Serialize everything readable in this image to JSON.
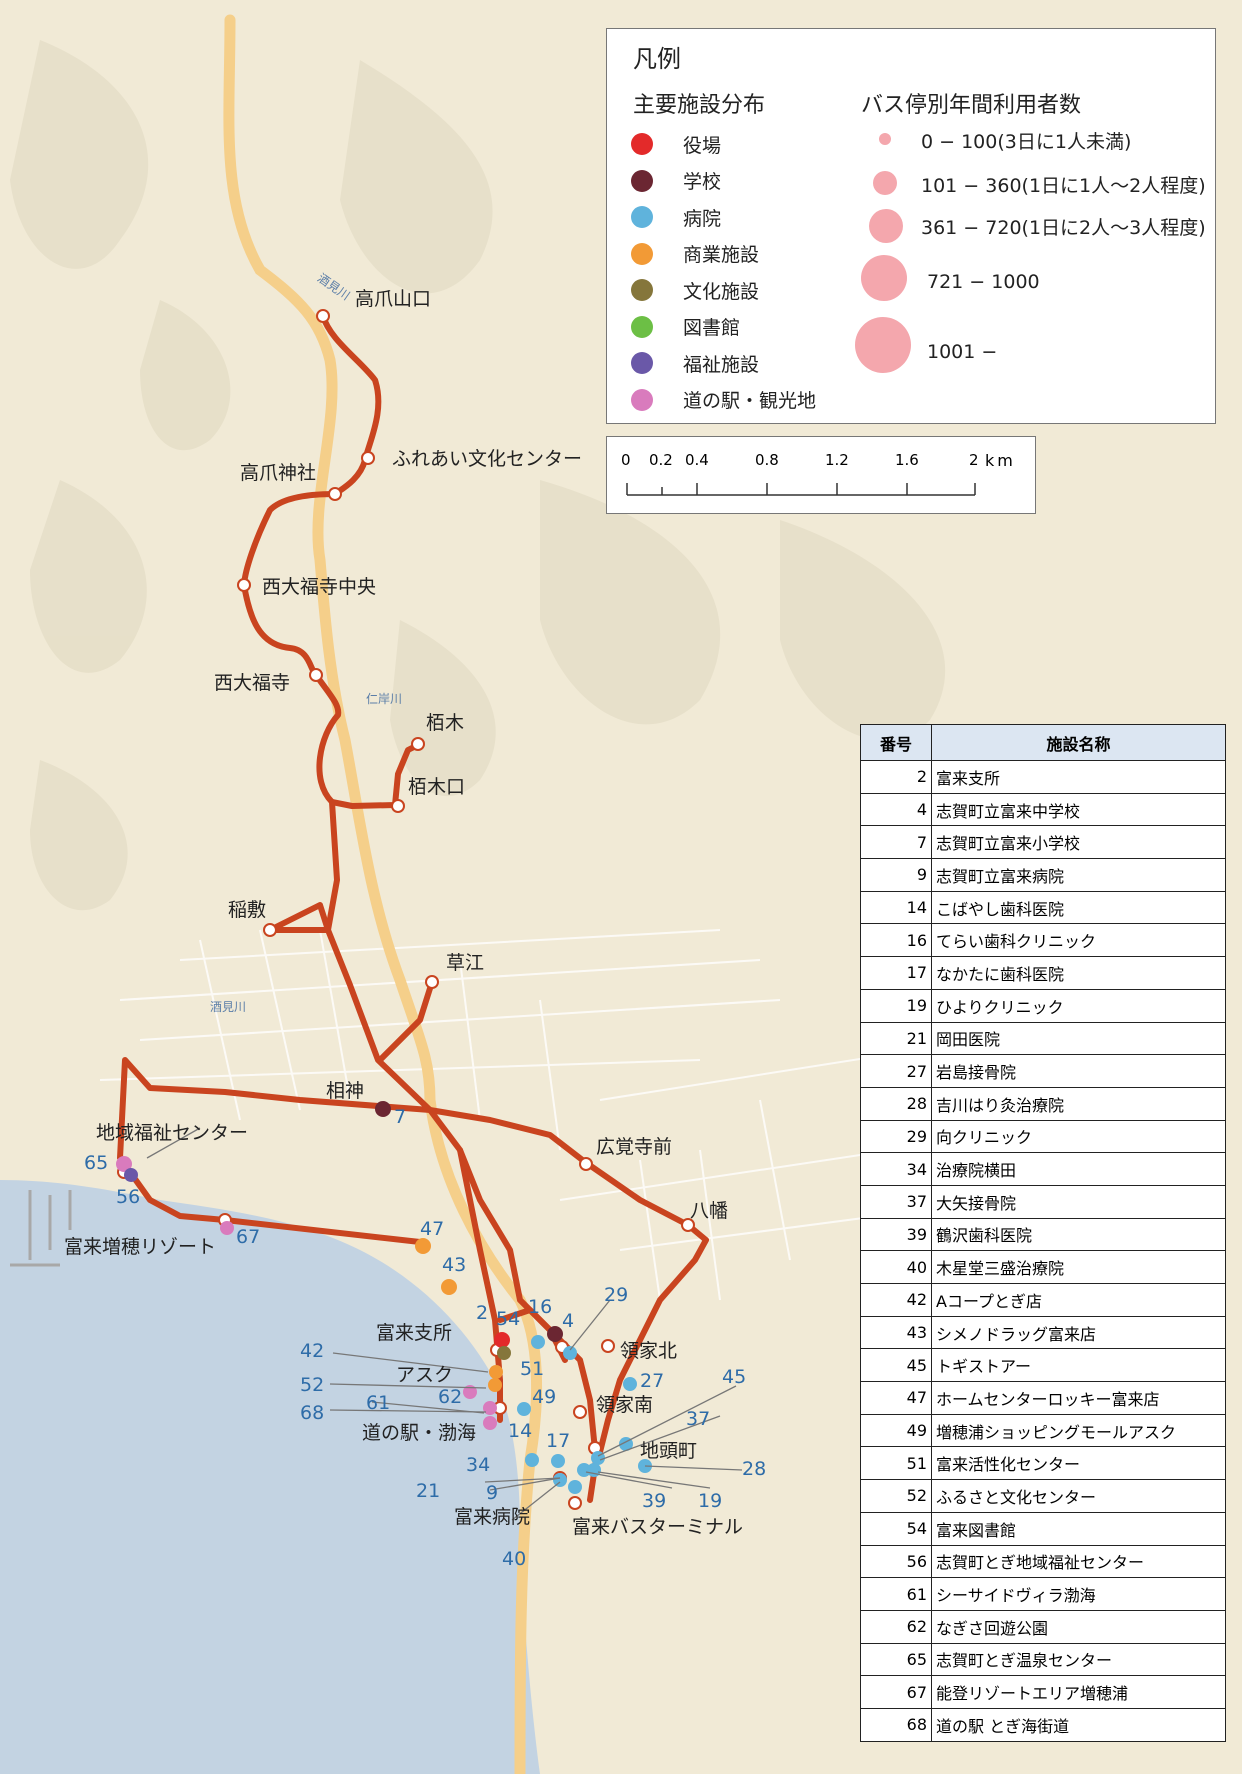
{
  "legend": {
    "title": "凡例",
    "facility_heading": "主要施設分布",
    "ridership_heading": "バス停別年間利用者数",
    "facility_types": [
      {
        "label": "役場",
        "color": "#e32a2a"
      },
      {
        "label": "学校",
        "color": "#6b2632"
      },
      {
        "label": "病院",
        "color": "#5fb3dc"
      },
      {
        "label": "商業施設",
        "color": "#f29a36"
      },
      {
        "label": "文化施設",
        "color": "#85763b"
      },
      {
        "label": "図書館",
        "color": "#6cbf45"
      },
      {
        "label": "福祉施設",
        "color": "#6a58a8"
      },
      {
        "label": "道の駅・観光地",
        "color": "#d97bbd"
      }
    ],
    "ridership_classes": [
      {
        "label": "0 − 100(3日に1人未満)"
      },
      {
        "label": "101 − 360(1日に1人～2人程度)"
      },
      {
        "label": "361 − 720(1日に2人～3人程度)"
      },
      {
        "label": "721 − 1000"
      },
      {
        "label": "1001 −"
      }
    ]
  },
  "scale": {
    "ticks": [
      "0",
      "0.2",
      "0.4",
      "0.8",
      "1.2",
      "1.6",
      "2"
    ],
    "unit": "km"
  },
  "map_labels": {
    "rivers": [
      "酒見川",
      "仁岸川",
      "酒見川"
    ],
    "stops": [
      "高爪山口",
      "ふれあい文化センター",
      "高爪神社",
      "西大福寺中央",
      "西大福寺",
      "栢木",
      "栢木口",
      "稲敷",
      "草江",
      "相神",
      "広覚寺前",
      "八幡",
      "地域福祉センター",
      "富来増穂リゾート",
      "富来支所",
      "アスク",
      "道の駅・渤海",
      "領家北",
      "領家南",
      "地頭町",
      "富来病院",
      "富来バスターミナル"
    ],
    "facility_numbers": [
      "7",
      "65",
      "56",
      "67",
      "47",
      "43",
      "2",
      "54",
      "16",
      "4",
      "29",
      "51",
      "49",
      "42",
      "52",
      "62",
      "61",
      "68",
      "14",
      "27",
      "45",
      "37",
      "17",
      "34",
      "28",
      "21",
      "9",
      "39",
      "19",
      "40"
    ]
  },
  "facility_table": {
    "headers": [
      "番号",
      "施設名称"
    ],
    "rows": [
      {
        "no": "2",
        "name": "富来支所"
      },
      {
        "no": "4",
        "name": "志賀町立富来中学校"
      },
      {
        "no": "7",
        "name": "志賀町立富来小学校"
      },
      {
        "no": "9",
        "name": "志賀町立富来病院"
      },
      {
        "no": "14",
        "name": "こばやし歯科医院"
      },
      {
        "no": "16",
        "name": "てらい歯科クリニック"
      },
      {
        "no": "17",
        "name": "なかたに歯科医院"
      },
      {
        "no": "19",
        "name": "ひよりクリニック"
      },
      {
        "no": "21",
        "name": "岡田医院"
      },
      {
        "no": "27",
        "name": "岩島接骨院"
      },
      {
        "no": "28",
        "name": "吉川はり灸治療院"
      },
      {
        "no": "29",
        "name": "向クリニック"
      },
      {
        "no": "34",
        "name": "治療院横田"
      },
      {
        "no": "37",
        "name": "大矢接骨院"
      },
      {
        "no": "39",
        "name": "鶴沢歯科医院"
      },
      {
        "no": "40",
        "name": "木星堂三盛治療院"
      },
      {
        "no": "42",
        "name": "Aコープとぎ店"
      },
      {
        "no": "43",
        "name": "シメノドラッグ富来店"
      },
      {
        "no": "45",
        "name": "トギストアー"
      },
      {
        "no": "47",
        "name": "ホームセンターロッキー富来店"
      },
      {
        "no": "49",
        "name": "増穂浦ショッピングモールアスク"
      },
      {
        "no": "51",
        "name": "富来活性化センター"
      },
      {
        "no": "52",
        "name": "ふるさと文化センター"
      },
      {
        "no": "54",
        "name": "富来図書館"
      },
      {
        "no": "56",
        "name": "志賀町とぎ地域福祉センター"
      },
      {
        "no": "61",
        "name": "シーサイドヴィラ渤海"
      },
      {
        "no": "62",
        "name": "なぎさ回遊公園"
      },
      {
        "no": "65",
        "name": "志賀町とぎ温泉センター"
      },
      {
        "no": "67",
        "name": "能登リゾートエリア増穂浦"
      },
      {
        "no": "68",
        "name": "道の駅 とぎ海街道"
      }
    ]
  },
  "colors": {
    "route": "#c9441f",
    "sea": "#c3d3e2",
    "land": "#f1ead6",
    "highway": "#f5cf8a",
    "ridership_circle": "#f4a7ad",
    "facility_number_text": "#2e6ca8"
  }
}
